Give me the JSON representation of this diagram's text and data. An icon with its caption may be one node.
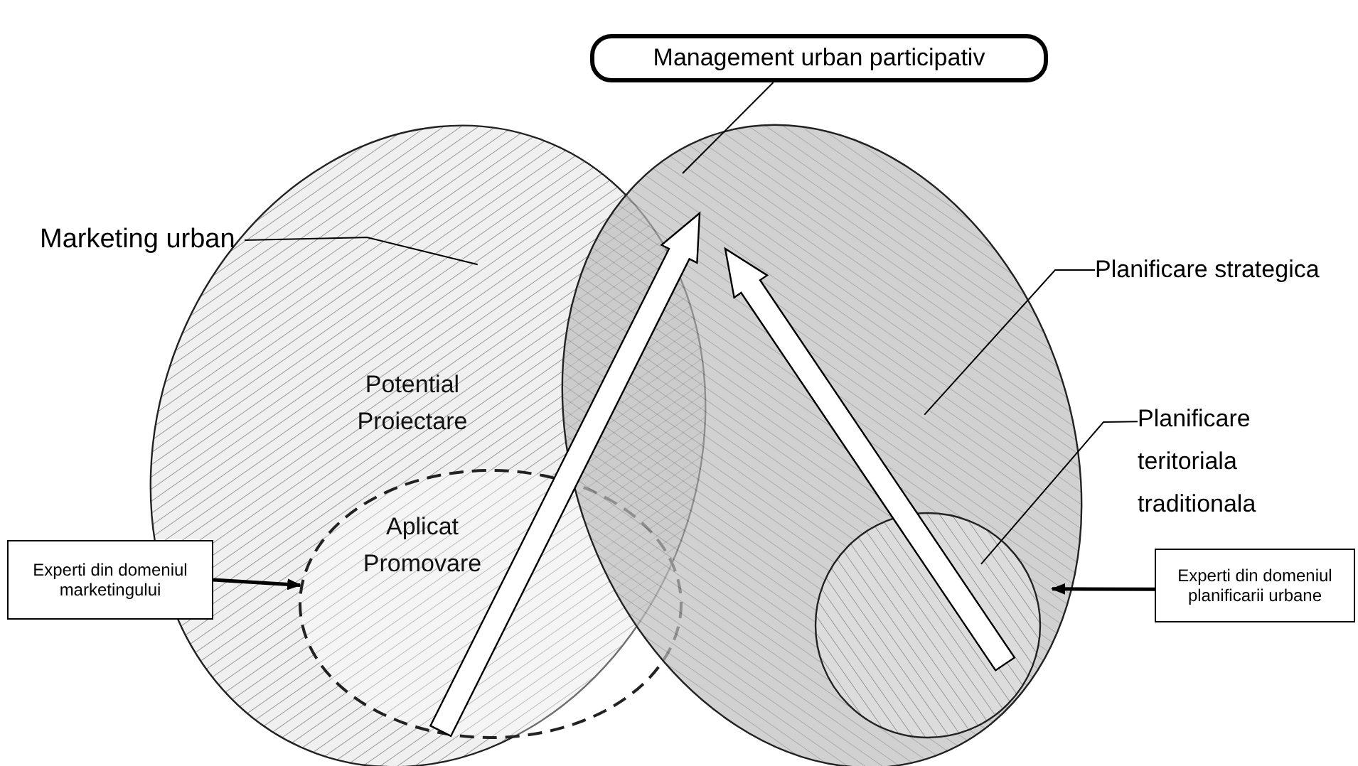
{
  "diagram": {
    "nodes": [
      {
        "text": [
          "Management urban participativ"
        ]
      },
      {
        "text": [
          "Marketing urban"
        ]
      },
      {
        "text": [
          "Potential Proiectare"
        ]
      },
      {
        "text": [
          "Aplicat Promovare"
        ],
        "in": 2
      },
      {
        "text": [],
        "shape": "ellipse"
      },
      {
        "text": [
          "Planificare strategica"
        ]
      },
      {
        "text": [
          "Planificare teritoriala traditionala"
        ]
      },
      {
        "text": [],
        "shape": "circle",
        "in": 4
      },
      {
        "text": [
          "Experti din domeniul marketingului"
        ]
      },
      {
        "text": [
          "Experti din domeniul planificarii urbane"
        ]
      }
    ],
    "edges": [
      {
        "from": 0,
        "to": null,
        "arrow": "none"
      },
      {
        "from": 1,
        "to": 2,
        "arrow": "none"
      },
      {
        "from": 5,
        "to": 4,
        "arrow": "none"
      },
      {
        "from": 6,
        "to": 7,
        "arrow": "none"
      },
      {
        "from": 8,
        "to": 3,
        "arrow": "to",
        "style": "thick"
      },
      {
        "from": 9,
        "to": 7,
        "arrow": "to",
        "style": "thick"
      },
      {
        "from": 3,
        "to": null,
        "arrow": "to"
      },
      {
        "from": 7,
        "to": null,
        "arrow": "to"
      }
    ]
  }
}
